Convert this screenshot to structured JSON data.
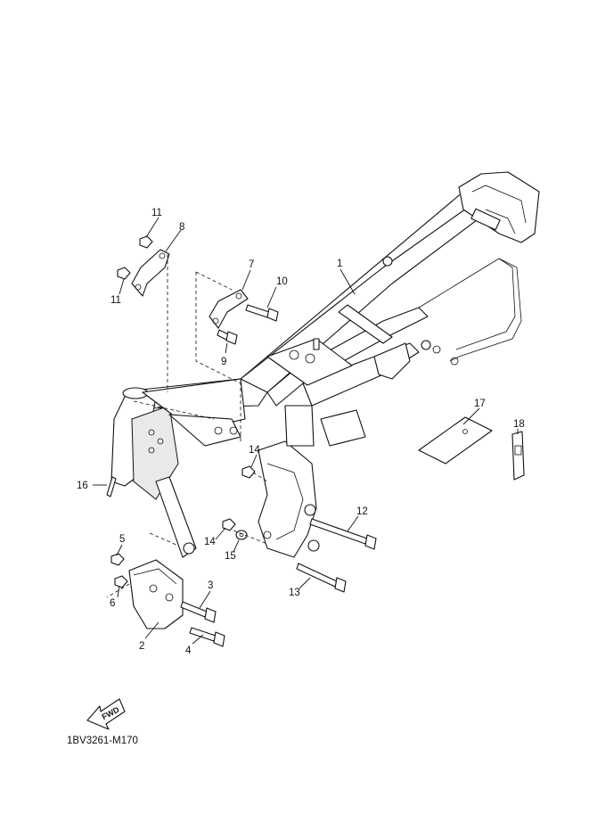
{
  "diagram": {
    "code": "1BV3261-M170",
    "fwd_label": "FWD",
    "callouts": {
      "c1": "1",
      "c2": "2",
      "c3": "3",
      "c4": "4",
      "c5": "5",
      "c6": "6",
      "c7": "7",
      "c8": "8",
      "c9": "9",
      "c10": "10",
      "c11a": "11",
      "c11b": "11",
      "c12": "12",
      "c13": "13",
      "c14a": "14",
      "c14b": "14",
      "c15": "15",
      "c16": "16",
      "c17": "17",
      "c18": "18"
    }
  }
}
